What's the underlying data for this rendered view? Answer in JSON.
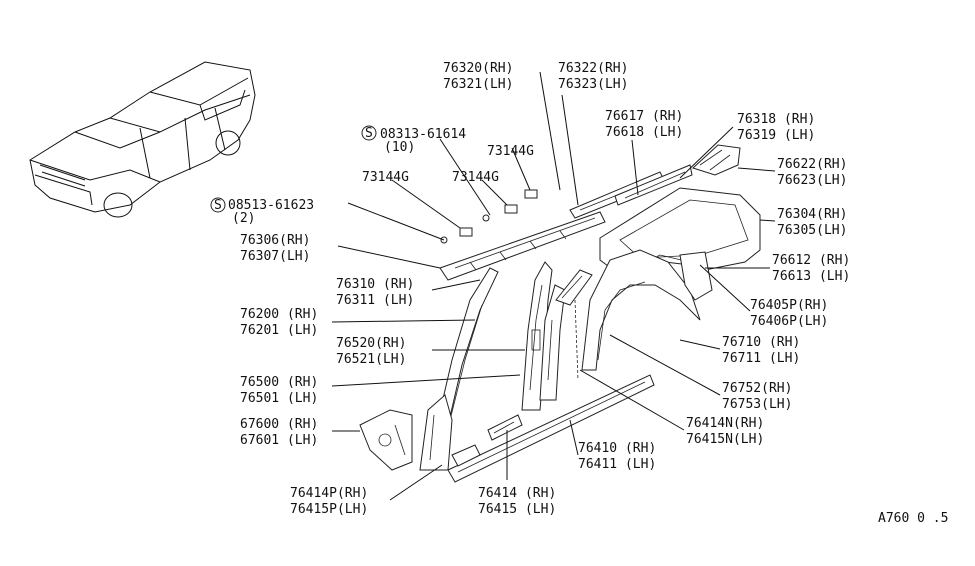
{
  "diagram": {
    "labels": [
      {
        "id": "l01",
        "lines": [
          "76320(RH)",
          "76321(LH)"
        ]
      },
      {
        "id": "l02",
        "lines": [
          "76322(RH)",
          "76323(LH)"
        ]
      },
      {
        "id": "l03",
        "lines": [
          "08313-61614",
          "(10)"
        ]
      },
      {
        "id": "l04",
        "lines": [
          "73144G"
        ]
      },
      {
        "id": "l05",
        "lines": [
          "73144G"
        ]
      },
      {
        "id": "l06",
        "lines": [
          "73144G"
        ]
      },
      {
        "id": "l07",
        "lines": [
          "08513-61623",
          "(2)"
        ]
      },
      {
        "id": "l08",
        "lines": [
          "76306(RH)",
          "76307(LH)"
        ]
      },
      {
        "id": "l09",
        "lines": [
          "76310 (RH)",
          "76311 (LH)"
        ]
      },
      {
        "id": "l10",
        "lines": [
          "76200 (RH)",
          "76201 (LH)"
        ]
      },
      {
        "id": "l11",
        "lines": [
          "76520(RH)",
          "76521(LH)"
        ]
      },
      {
        "id": "l12",
        "lines": [
          "76500 (RH)",
          "76501 (LH)"
        ]
      },
      {
        "id": "l13",
        "lines": [
          "67600 (RH)",
          "67601 (LH)"
        ]
      },
      {
        "id": "l14",
        "lines": [
          "76414P(RH)",
          "76415P(LH)"
        ]
      },
      {
        "id": "l15",
        "lines": [
          "76414 (RH)",
          "76415 (LH)"
        ]
      },
      {
        "id": "l16",
        "lines": [
          "76617 (RH)",
          "76618 (LH)"
        ]
      },
      {
        "id": "l17",
        "lines": [
          "76318 (RH)",
          "76319 (LH)"
        ]
      },
      {
        "id": "l18",
        "lines": [
          "76622(RH)",
          "76623(LH)"
        ]
      },
      {
        "id": "l19",
        "lines": [
          "76304(RH)",
          "76305(LH)"
        ]
      },
      {
        "id": "l20",
        "lines": [
          "76612 (RH)",
          "76613 (LH)"
        ]
      },
      {
        "id": "l21",
        "lines": [
          "76405P(RH)",
          "76406P(LH)"
        ]
      },
      {
        "id": "l22",
        "lines": [
          "76710 (RH)",
          "76711 (LH)"
        ]
      },
      {
        "id": "l23",
        "lines": [
          "76752(RH)",
          "76753(LH)"
        ]
      },
      {
        "id": "l24",
        "lines": [
          "76414N(RH)",
          "76415N(LH)"
        ]
      },
      {
        "id": "l25",
        "lines": [
          "76410 (RH)",
          "76411 (LH)"
        ]
      }
    ],
    "screw_symbol": "S",
    "figure_code": "A760 0 .5"
  }
}
